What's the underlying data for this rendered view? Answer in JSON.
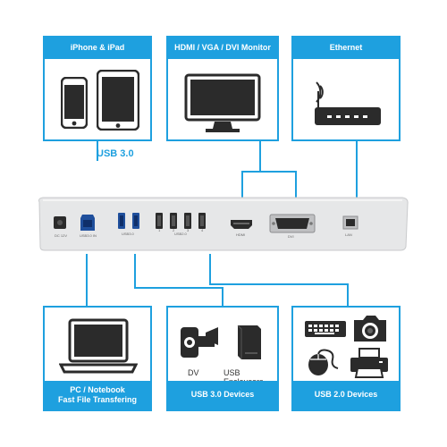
{
  "top_panels": [
    {
      "title": "iPhone & iPad"
    },
    {
      "title": "HDMI / VGA / DVI Monitor"
    },
    {
      "title": "Ethernet"
    }
  ],
  "usb_label": "USB 3.0",
  "dock_labels": {
    "dc": "DC 12V",
    "usb3_in": "USB3.0 IN",
    "usb3": "USB3.0",
    "usb2": "USB2.0",
    "n1": "1",
    "n2": "2",
    "n3": "3",
    "n4": "4",
    "hdmi": "HDMI",
    "dvi": "DVI",
    "lan": "LAN"
  },
  "bottom_panels": [
    {
      "line1": "PC / Notebook",
      "line2": "Fast File Transfering"
    },
    {
      "line1": "USB 3.0 Devices",
      "items": [
        "DV",
        "USB Enclousers"
      ]
    },
    {
      "line1": "USB 2.0 Devices"
    }
  ],
  "colors": {
    "accent": "#1ea0df",
    "dock": "#e6e7e8",
    "device": "#2b2b2b"
  }
}
